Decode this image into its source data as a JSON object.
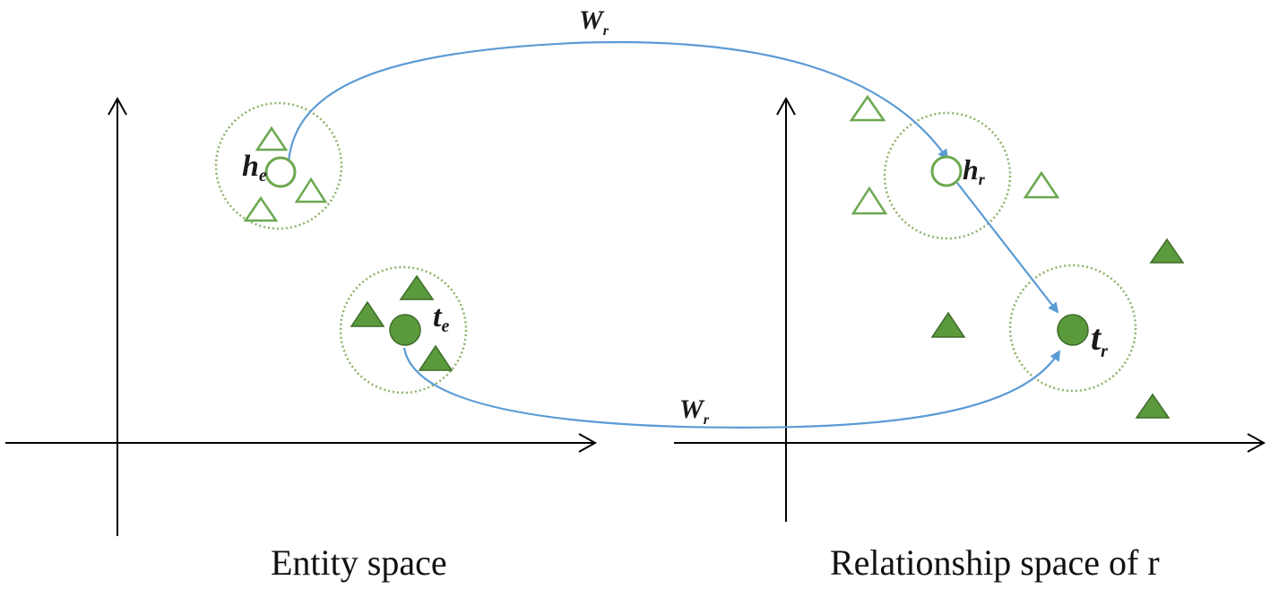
{
  "captions": {
    "entity_space": "Entity space",
    "relationship_space": "Relationship space of r"
  },
  "labels": {
    "head_entity": {
      "base": "h",
      "sub": "e"
    },
    "tail_entity": {
      "base": "t",
      "sub": "e"
    },
    "head_relation": {
      "base": "h",
      "sub": "r"
    },
    "tail_relation": {
      "base": "t",
      "sub": "r"
    },
    "projection_top": {
      "base": "W",
      "sub": "r"
    },
    "projection_bottom": {
      "base": "W",
      "sub": "r"
    }
  },
  "colors": {
    "axis": "#000000",
    "arrow": "#5b9bd5",
    "shape_fill": "#5a9a3c",
    "shape_outline": "#6aa84f",
    "dotted_circle": "#8cb369"
  }
}
